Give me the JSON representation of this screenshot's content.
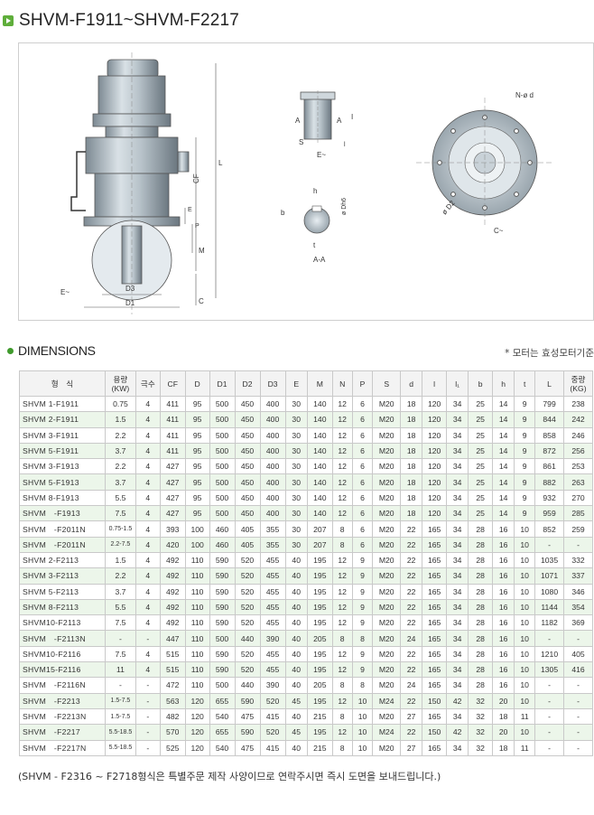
{
  "title": "SHVM-F1911~SHVM-F2217",
  "drawing": {
    "main_labels": [
      "L",
      "CF",
      "E",
      "P",
      "M",
      "D3",
      "D1",
      "C",
      "E~"
    ],
    "key_labels": [
      "A",
      "A",
      "I",
      "l",
      "S",
      "E~",
      "b",
      "h",
      "t",
      "ø Dh6",
      "A-A"
    ],
    "flange_labels": [
      "N-ø d",
      "ø D2",
      "C~"
    ]
  },
  "dimensions": {
    "title": "DIMENSIONS",
    "note": "* 모터는 효성모터기준",
    "headers": [
      "형　식",
      "용량 (KW)",
      "극수",
      "CF",
      "D",
      "D1",
      "D2",
      "D3",
      "E",
      "M",
      "N",
      "P",
      "S",
      "d",
      "l",
      "l₁",
      "b",
      "h",
      "t",
      "L",
      "중량 (KG)"
    ],
    "rows": [
      [
        "SHVM 1-F1911",
        "0.75",
        "4",
        "411",
        "95",
        "500",
        "450",
        "400",
        "30",
        "140",
        "12",
        "6",
        "M20",
        "18",
        "120",
        "34",
        "25",
        "14",
        "9",
        "799",
        "238"
      ],
      [
        "SHVM 2-F1911",
        "1.5",
        "4",
        "411",
        "95",
        "500",
        "450",
        "400",
        "30",
        "140",
        "12",
        "6",
        "M20",
        "18",
        "120",
        "34",
        "25",
        "14",
        "9",
        "844",
        "242"
      ],
      [
        "SHVM 3-F1911",
        "2.2",
        "4",
        "411",
        "95",
        "500",
        "450",
        "400",
        "30",
        "140",
        "12",
        "6",
        "M20",
        "18",
        "120",
        "34",
        "25",
        "14",
        "9",
        "858",
        "246"
      ],
      [
        "SHVM 5-F1911",
        "3.7",
        "4",
        "411",
        "95",
        "500",
        "450",
        "400",
        "30",
        "140",
        "12",
        "6",
        "M20",
        "18",
        "120",
        "34",
        "25",
        "14",
        "9",
        "872",
        "256"
      ],
      [
        "SHVM 3-F1913",
        "2.2",
        "4",
        "427",
        "95",
        "500",
        "450",
        "400",
        "30",
        "140",
        "12",
        "6",
        "M20",
        "18",
        "120",
        "34",
        "25",
        "14",
        "9",
        "861",
        "253"
      ],
      [
        "SHVM 5-F1913",
        "3.7",
        "4",
        "427",
        "95",
        "500",
        "450",
        "400",
        "30",
        "140",
        "12",
        "6",
        "M20",
        "18",
        "120",
        "34",
        "25",
        "14",
        "9",
        "882",
        "263"
      ],
      [
        "SHVM 8-F1913",
        "5.5",
        "4",
        "427",
        "95",
        "500",
        "450",
        "400",
        "30",
        "140",
        "12",
        "6",
        "M20",
        "18",
        "120",
        "34",
        "25",
        "14",
        "9",
        "932",
        "270"
      ],
      [
        "SHVM　-F1913",
        "7.5",
        "4",
        "427",
        "95",
        "500",
        "450",
        "400",
        "30",
        "140",
        "12",
        "6",
        "M20",
        "18",
        "120",
        "34",
        "25",
        "14",
        "9",
        "959",
        "285"
      ],
      [
        "SHVM　-F2011N",
        "0.75-1.5",
        "4",
        "393",
        "100",
        "460",
        "405",
        "355",
        "30",
        "207",
        "8",
        "6",
        "M20",
        "22",
        "165",
        "34",
        "28",
        "16",
        "10",
        "852",
        "259"
      ],
      [
        "SHVM　-F2011N",
        "2.2-7.5",
        "4",
        "420",
        "100",
        "460",
        "405",
        "355",
        "30",
        "207",
        "8",
        "6",
        "M20",
        "22",
        "165",
        "34",
        "28",
        "16",
        "10",
        "-",
        "-"
      ],
      [
        "SHVM 2-F2113",
        "1.5",
        "4",
        "492",
        "110",
        "590",
        "520",
        "455",
        "40",
        "195",
        "12",
        "9",
        "M20",
        "22",
        "165",
        "34",
        "28",
        "16",
        "10",
        "1035",
        "332"
      ],
      [
        "SHVM 3-F2113",
        "2.2",
        "4",
        "492",
        "110",
        "590",
        "520",
        "455",
        "40",
        "195",
        "12",
        "9",
        "M20",
        "22",
        "165",
        "34",
        "28",
        "16",
        "10",
        "1071",
        "337"
      ],
      [
        "SHVM 5-F2113",
        "3.7",
        "4",
        "492",
        "110",
        "590",
        "520",
        "455",
        "40",
        "195",
        "12",
        "9",
        "M20",
        "22",
        "165",
        "34",
        "28",
        "16",
        "10",
        "1080",
        "346"
      ],
      [
        "SHVM 8-F2113",
        "5.5",
        "4",
        "492",
        "110",
        "590",
        "520",
        "455",
        "40",
        "195",
        "12",
        "9",
        "M20",
        "22",
        "165",
        "34",
        "28",
        "16",
        "10",
        "1144",
        "354"
      ],
      [
        "SHVM10-F2113",
        "7.5",
        "4",
        "492",
        "110",
        "590",
        "520",
        "455",
        "40",
        "195",
        "12",
        "9",
        "M20",
        "22",
        "165",
        "34",
        "28",
        "16",
        "10",
        "1182",
        "369"
      ],
      [
        "SHVM　-F2113N",
        "-",
        "-",
        "447",
        "110",
        "500",
        "440",
        "390",
        "40",
        "205",
        "8",
        "8",
        "M20",
        "24",
        "165",
        "34",
        "28",
        "16",
        "10",
        "-",
        "-"
      ],
      [
        "SHVM10-F2116",
        "7.5",
        "4",
        "515",
        "110",
        "590",
        "520",
        "455",
        "40",
        "195",
        "12",
        "9",
        "M20",
        "22",
        "165",
        "34",
        "28",
        "16",
        "10",
        "1210",
        "405"
      ],
      [
        "SHVM15-F2116",
        "11",
        "4",
        "515",
        "110",
        "590",
        "520",
        "455",
        "40",
        "195",
        "12",
        "9",
        "M20",
        "22",
        "165",
        "34",
        "28",
        "16",
        "10",
        "1305",
        "416"
      ],
      [
        "SHVM　-F2116N",
        "-",
        "-",
        "472",
        "110",
        "500",
        "440",
        "390",
        "40",
        "205",
        "8",
        "8",
        "M20",
        "24",
        "165",
        "34",
        "28",
        "16",
        "10",
        "-",
        "-"
      ],
      [
        "SHVM　-F2213",
        "1.5-7.5",
        "-",
        "563",
        "120",
        "655",
        "590",
        "520",
        "45",
        "195",
        "12",
        "10",
        "M24",
        "22",
        "150",
        "42",
        "32",
        "20",
        "10",
        "-",
        "-"
      ],
      [
        "SHVM　-F2213N",
        "1.5-7.5",
        "-",
        "482",
        "120",
        "540",
        "475",
        "415",
        "40",
        "215",
        "8",
        "10",
        "M20",
        "27",
        "165",
        "34",
        "32",
        "18",
        "11",
        "-",
        "-"
      ],
      [
        "SHVM　-F2217",
        "5.5-18.5",
        "-",
        "570",
        "120",
        "655",
        "590",
        "520",
        "45",
        "195",
        "12",
        "10",
        "M24",
        "22",
        "150",
        "42",
        "32",
        "20",
        "10",
        "-",
        "-"
      ],
      [
        "SHVM　-F2217N",
        "5.5-18.5",
        "-",
        "525",
        "120",
        "540",
        "475",
        "415",
        "40",
        "215",
        "8",
        "10",
        "M20",
        "27",
        "165",
        "34",
        "32",
        "18",
        "11",
        "-",
        "-"
      ]
    ]
  },
  "footer": "(SHVM - F2316 ~ F2718형식은 특별주문 제작 사양이므로 연락주시면 즉시 도면을 보내드립니다.)",
  "colors": {
    "accent": "#5fae3b",
    "alt_row": "#ecf6ea",
    "border": "#c9c9c9"
  }
}
